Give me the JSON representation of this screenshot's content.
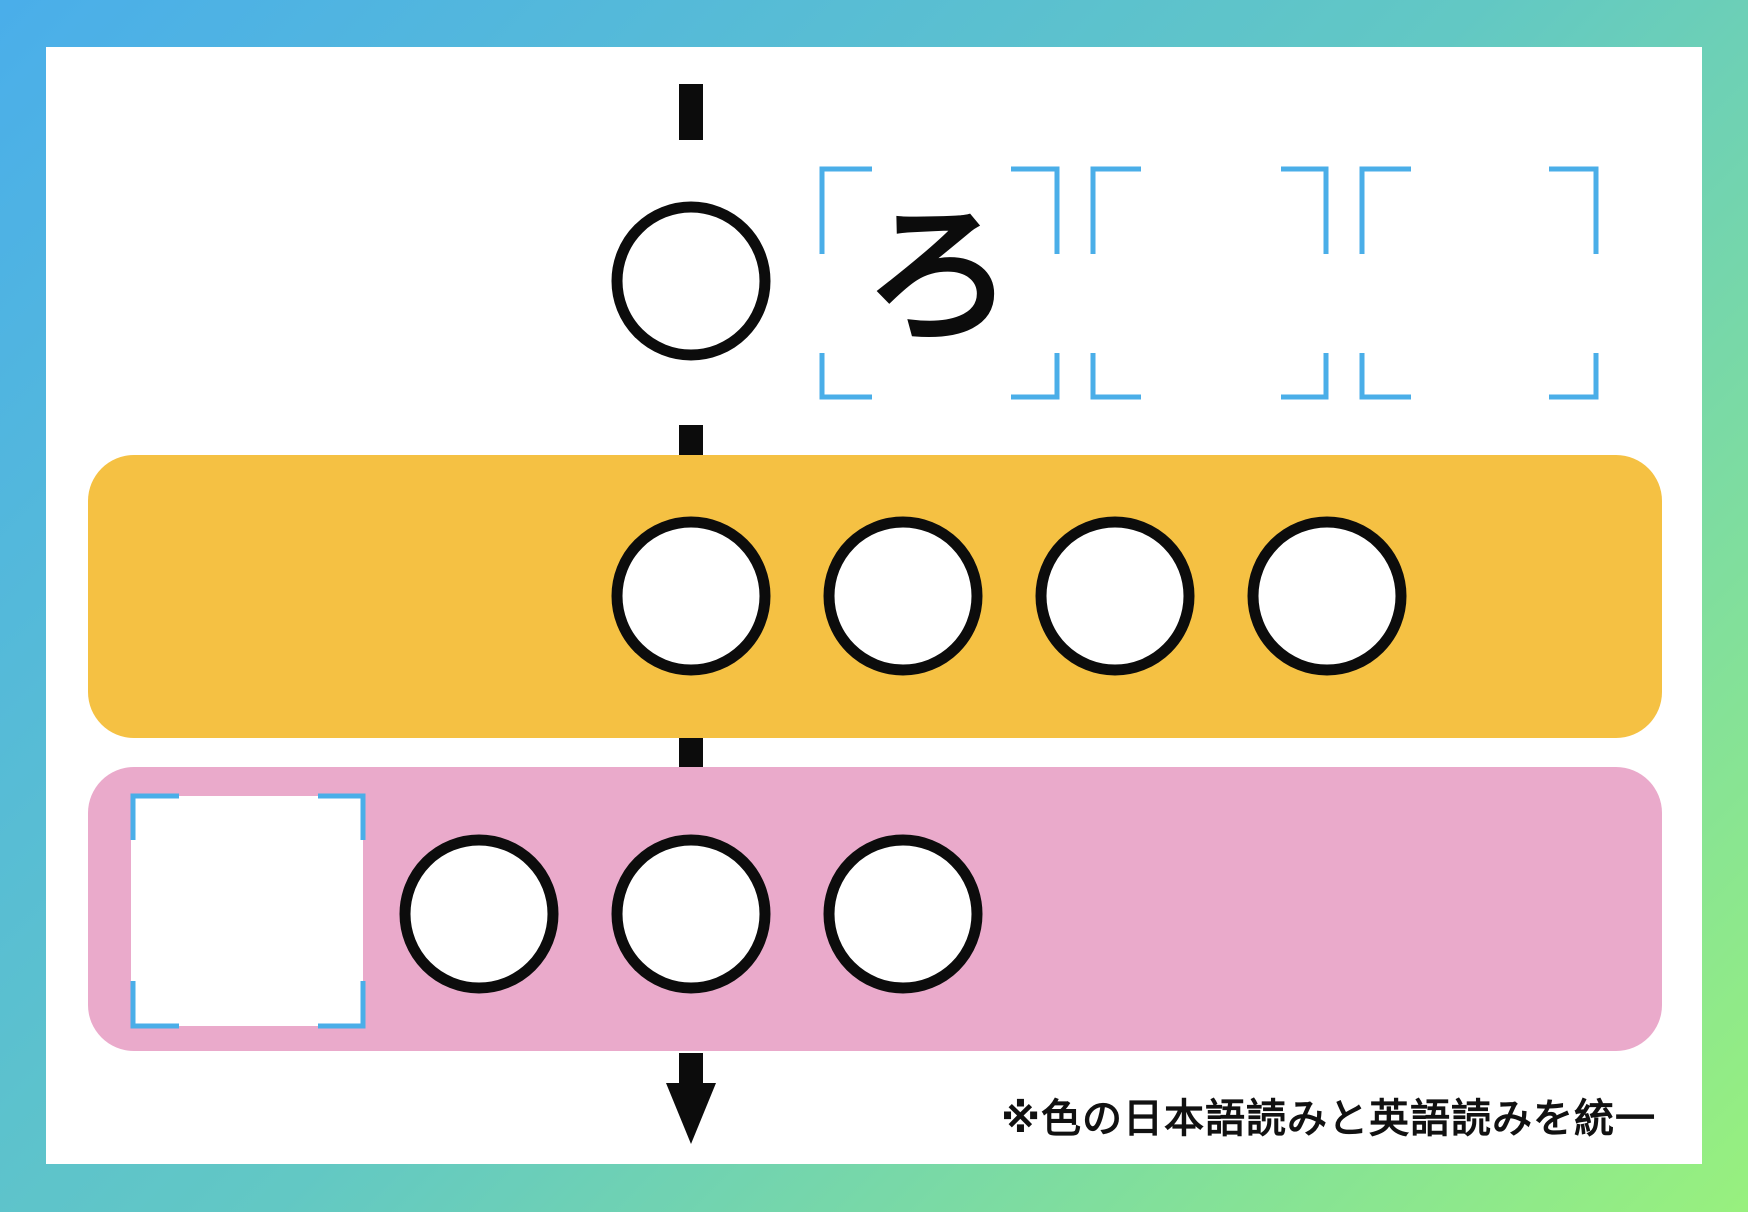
{
  "puzzle": {
    "given_char": "ろ",
    "note": "※色の日本語読みと英語読みを統一",
    "colors": {
      "orange_band": "#f5c143",
      "pink_band": "#eaaacb",
      "bracket": "#4aaee8",
      "ink": "#0c0c0c",
      "background_start": "#4aaeea",
      "background_end": "#98f07e"
    },
    "rows": [
      {
        "name": "top-row",
        "circles": 1,
        "bracket_cells": 3
      },
      {
        "name": "orange-row",
        "circles": 4
      },
      {
        "name": "pink-row",
        "circles": 3,
        "bracket_cells": 1
      }
    ]
  }
}
